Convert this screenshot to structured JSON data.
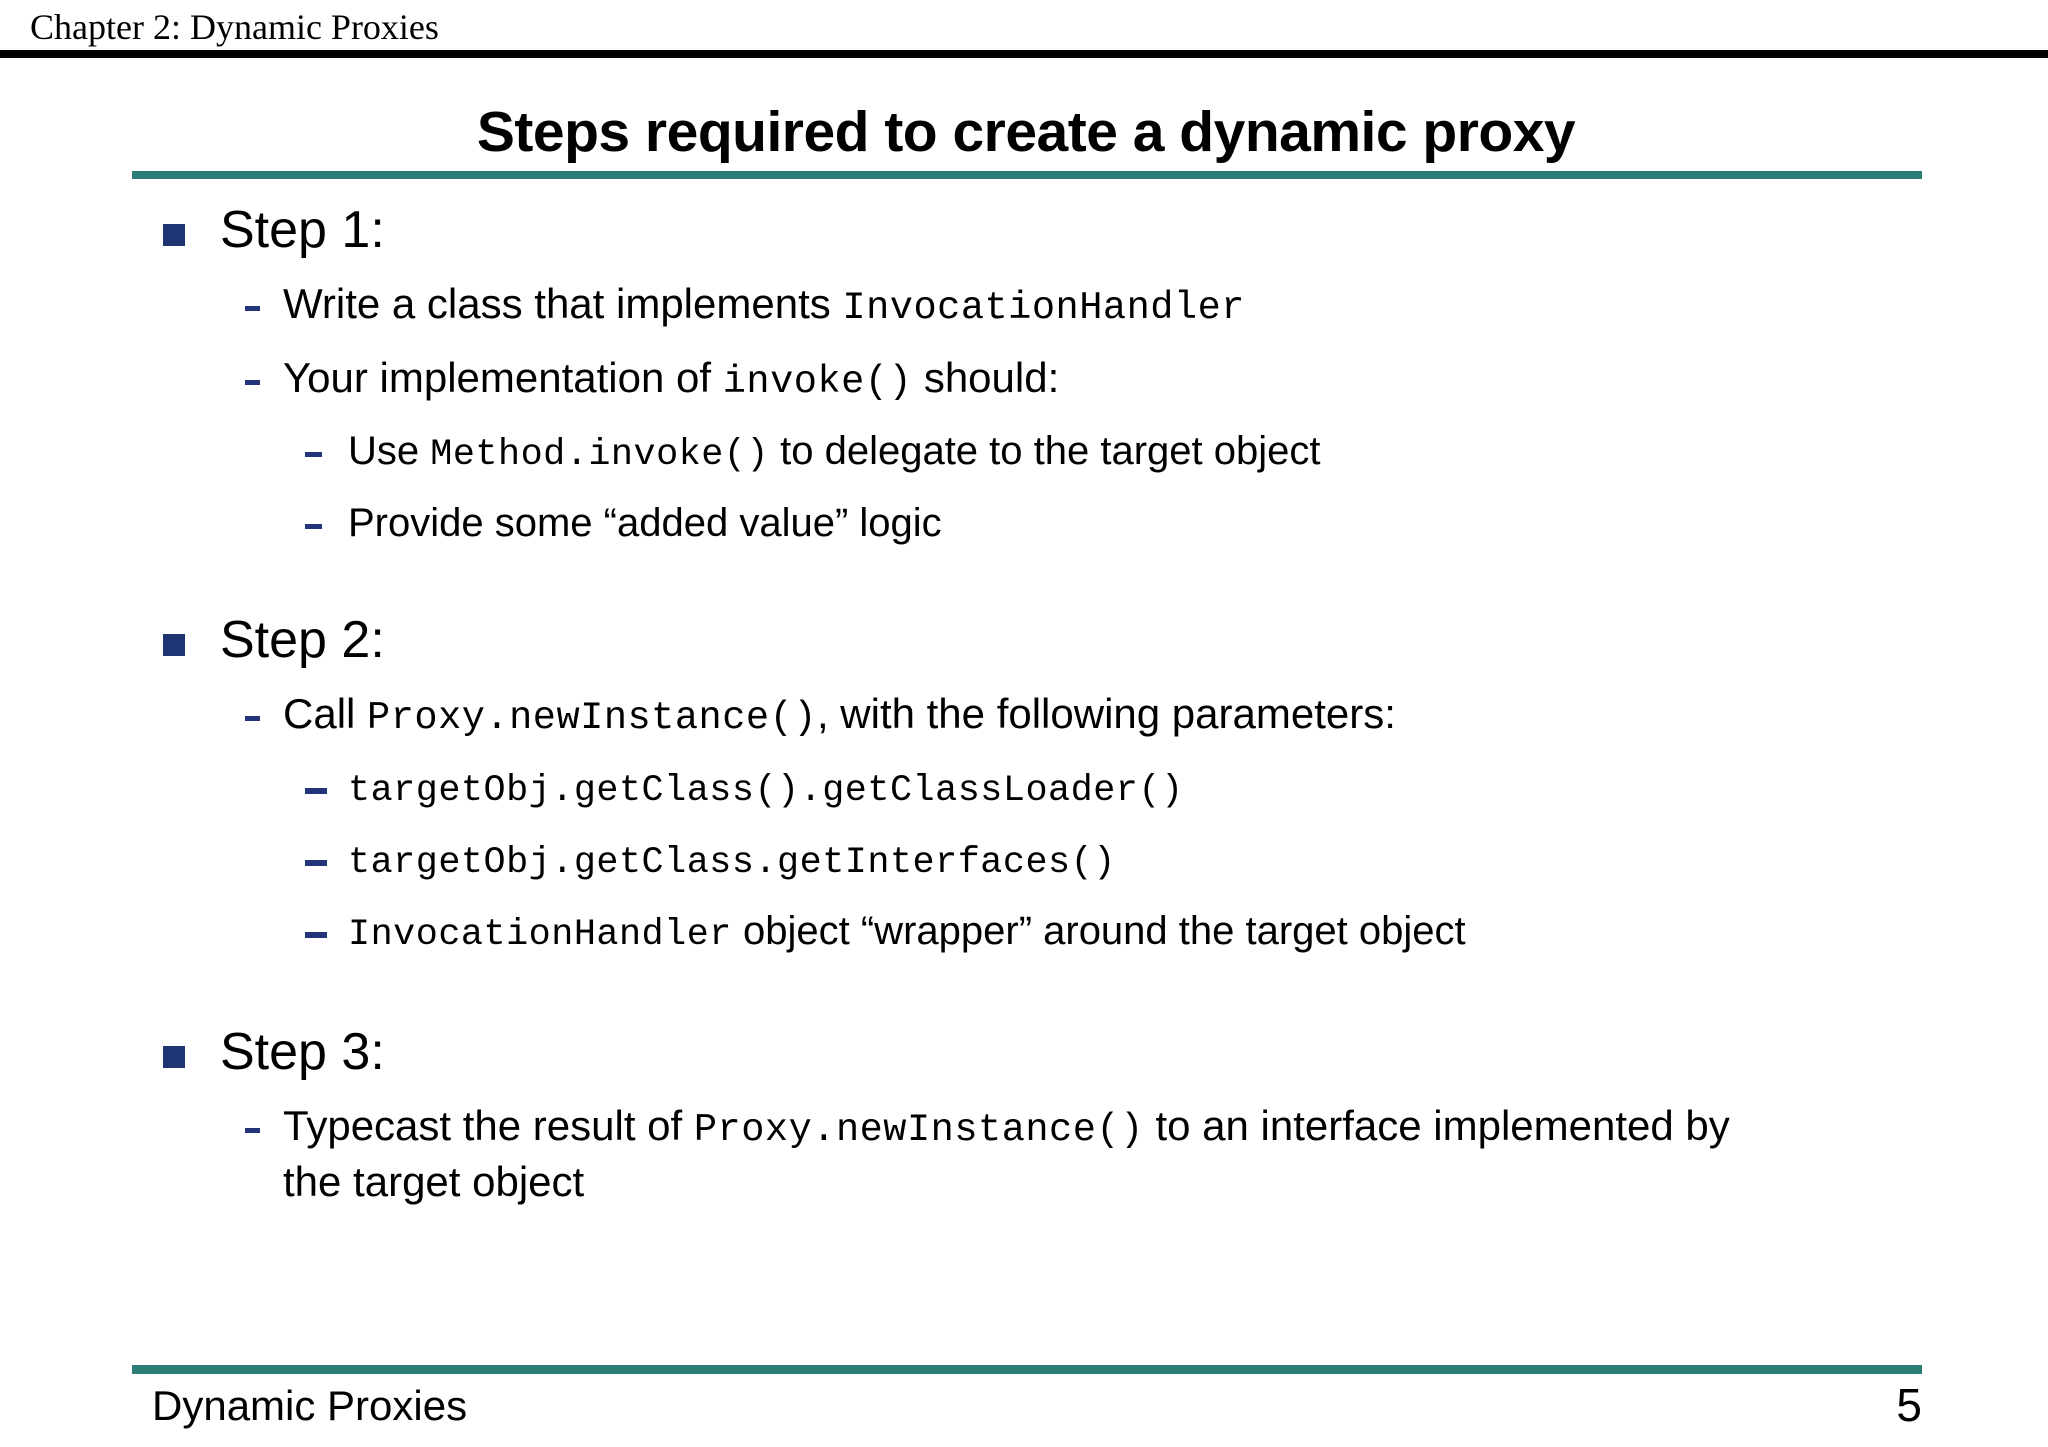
{
  "header": {
    "chapter": "Chapter 2: Dynamic Proxies"
  },
  "title": "Steps required to create a dynamic proxy",
  "colors": {
    "rule_teal": "#2d7d77",
    "rule_black": "#000000",
    "bullet_square_navy": "#1f3473",
    "bullet_dash_navy": "#23347a",
    "text": "#000000",
    "background": "#ffffff"
  },
  "body": {
    "steps": [
      {
        "heading": "Step 1:",
        "sub": [
          {
            "parts": [
              {
                "text": "Write a class that implements ",
                "mono": false
              },
              {
                "text": "InvocationHandler",
                "mono": true
              }
            ],
            "children": [
              {
                "parts": [
                  {
                    "text": "Use ",
                    "mono": false
                  },
                  {
                    "text": "Method.invoke()",
                    "mono": true
                  },
                  {
                    "text": " to delegate to the target object",
                    "mono": false
                  }
                ]
              },
              {
                "parts": [
                  {
                    "text": "Provide some “added value” logic",
                    "mono": false
                  }
                ]
              }
            ]
          },
          {
            "parts": [
              {
                "text": "Your implementation of ",
                "mono": false
              },
              {
                "text": "invoke()",
                "mono": true
              },
              {
                "text": " should:",
                "mono": false
              }
            ],
            "children": []
          }
        ]
      },
      {
        "heading": "Step 2:",
        "sub": [
          {
            "parts": [
              {
                "text": "Call ",
                "mono": false
              },
              {
                "text": "Proxy.newInstance()",
                "mono": true
              },
              {
                "text": ", with the following parameters:",
                "mono": false
              }
            ],
            "children": [
              {
                "parts": [
                  {
                    "text": "targetObj.getClass().getClassLoader()",
                    "mono": true
                  }
                ]
              },
              {
                "parts": [
                  {
                    "text": "targetObj.getClass.getInterfaces()",
                    "mono": true
                  }
                ]
              },
              {
                "parts": [
                  {
                    "text": "InvocationHandler",
                    "mono": true
                  },
                  {
                    "text": " object “wrapper” around the target object",
                    "mono": false
                  }
                ]
              }
            ]
          }
        ]
      },
      {
        "heading": "Step 3:",
        "sub": [
          {
            "parts": [
              {
                "text": "Typecast the result of ",
                "mono": false
              },
              {
                "text": "Proxy.newInstance()",
                "mono": true
              },
              {
                "text": " to an interface implemented by the target object",
                "mono": false
              }
            ],
            "children": []
          }
        ]
      }
    ],
    "lines": {
      "s1_heading": "Step 1:",
      "s1_b1_a": "Write a class that implements ",
      "s1_b1_mono": "InvocationHandler",
      "s1_b2_a": "Your implementation of ",
      "s1_b2_mono": "invoke()",
      "s1_b2_b": " should:",
      "s1_b2_c1_a": "Use ",
      "s1_b2_c1_mono": "Method.invoke()",
      "s1_b2_c1_b": " to delegate to the target object",
      "s1_b2_c2_a": "Provide some “added value” logic",
      "s2_heading": "Step 2:",
      "s2_b1_a": "Call ",
      "s2_b1_mono": "Proxy.newInstance()",
      "s2_b1_b": ", with the following parameters:",
      "s2_b1_c1_mono": "targetObj.getClass().getClassLoader()",
      "s2_b1_c2_mono": "targetObj.getClass.getInterfaces()",
      "s2_b1_c3_mono": "InvocationHandler",
      "s2_b1_c3_b": " object “wrapper” around the target object",
      "s3_heading": "Step 3:",
      "s3_b1_a": "Typecast the result of ",
      "s3_b1_mono": "Proxy.newInstance()",
      "s3_b1_b": " to an interface implemented by the target object"
    }
  },
  "footer": {
    "label": "Dynamic Proxies",
    "page_number": "5"
  }
}
